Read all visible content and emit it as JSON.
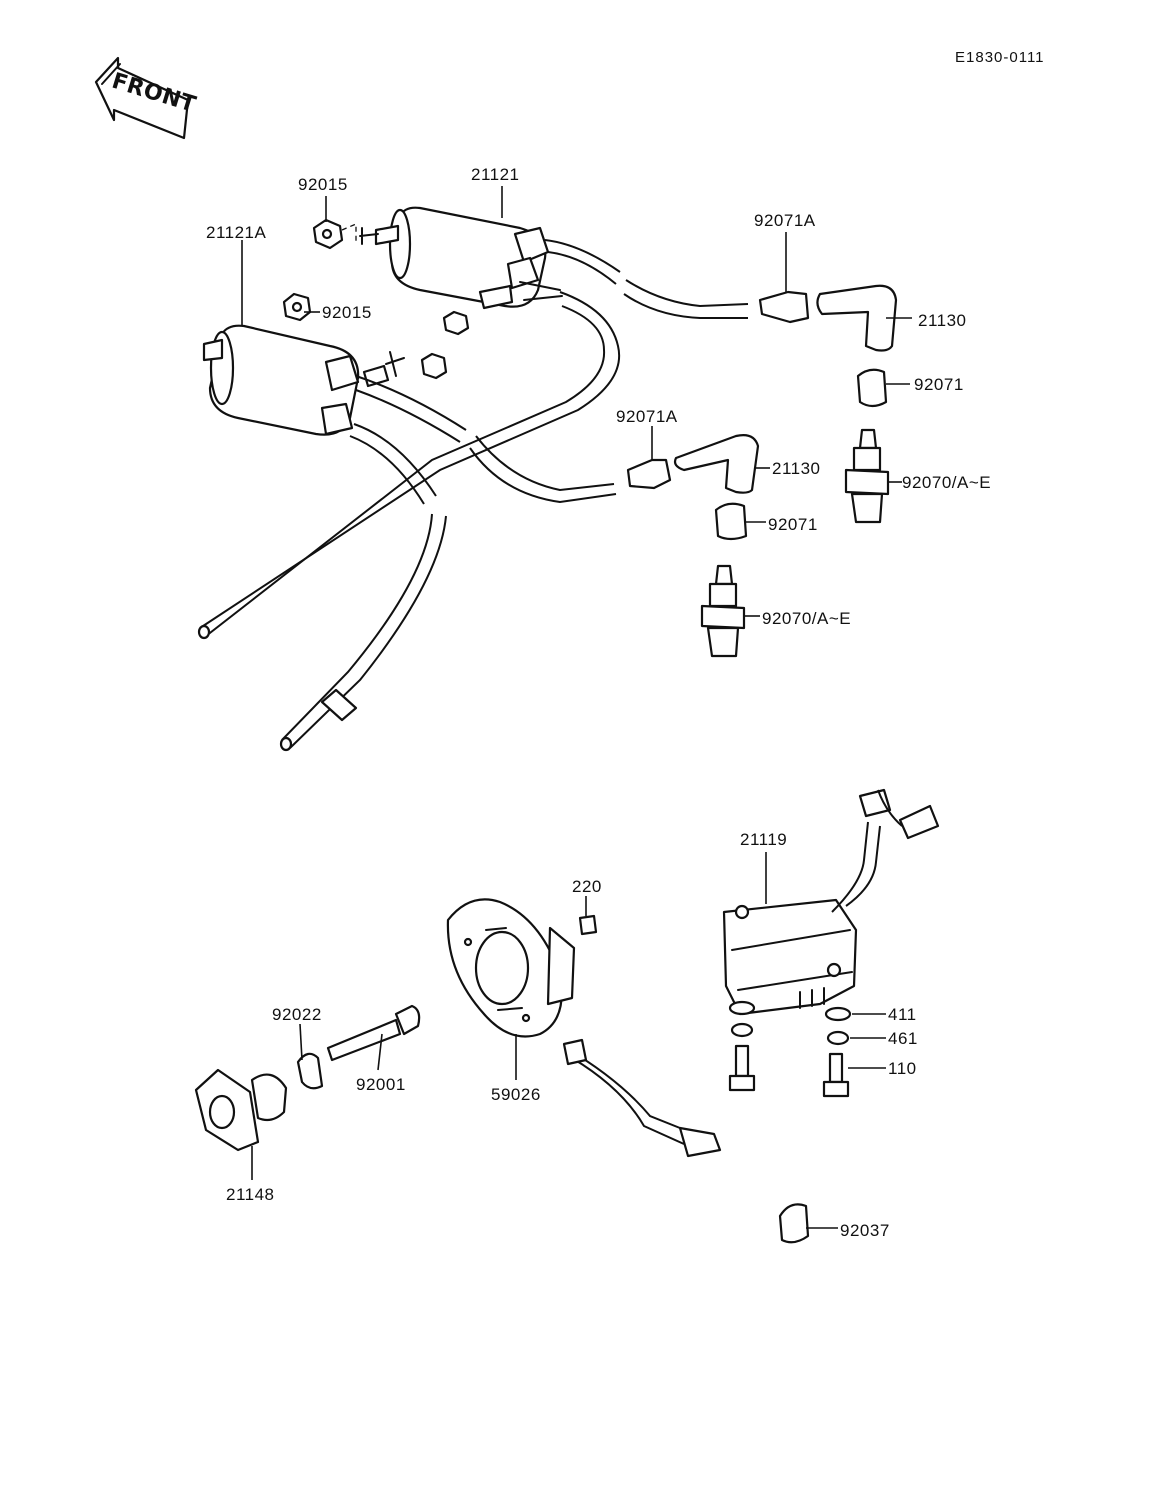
{
  "header": {
    "diagram_code": "E1830-0111",
    "front_label": "FRONT"
  },
  "callouts": [
    {
      "id": "c-21121",
      "label": "21121"
    },
    {
      "id": "c-92015-top",
      "label": "92015"
    },
    {
      "id": "c-21121a",
      "label": "21121A"
    },
    {
      "id": "c-92015-mid",
      "label": "92015"
    },
    {
      "id": "c-92071a-top",
      "label": "92071A"
    },
    {
      "id": "c-21130-top",
      "label": "21130"
    },
    {
      "id": "c-92071-top",
      "label": "92071"
    },
    {
      "id": "c-92071a-mid",
      "label": "92071A"
    },
    {
      "id": "c-21130-mid",
      "label": "21130"
    },
    {
      "id": "c-92070-top",
      "label": "92070/A~E"
    },
    {
      "id": "c-92071-mid",
      "label": "92071"
    },
    {
      "id": "c-92070-mid",
      "label": "92070/A~E"
    },
    {
      "id": "c-21119",
      "label": "21119"
    },
    {
      "id": "c-220",
      "label": "220"
    },
    {
      "id": "c-92022",
      "label": "92022"
    },
    {
      "id": "c-92001",
      "label": "92001"
    },
    {
      "id": "c-59026",
      "label": "59026"
    },
    {
      "id": "c-411",
      "label": "411"
    },
    {
      "id": "c-461",
      "label": "461"
    },
    {
      "id": "c-110",
      "label": "110"
    },
    {
      "id": "c-21148",
      "label": "21148"
    },
    {
      "id": "c-92037",
      "label": "92037"
    }
  ]
}
